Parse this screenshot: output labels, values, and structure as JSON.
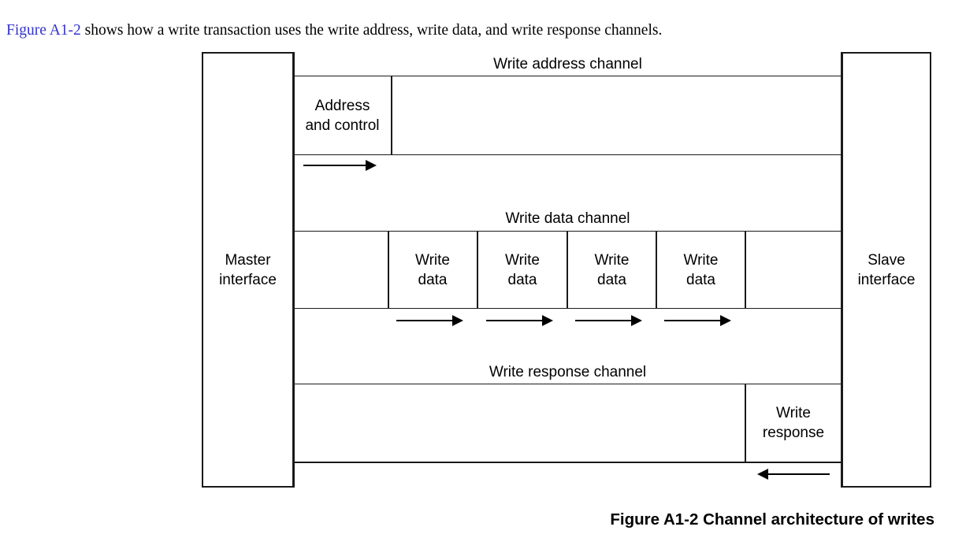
{
  "intro": {
    "link_text": "Figure A1-2",
    "rest_text": " shows how a write transaction uses the write address, write data, and write response channels."
  },
  "figure": {
    "master": {
      "line1": "Master",
      "line2": "interface"
    },
    "slave": {
      "line1": "Slave",
      "line2": "interface"
    },
    "channels": [
      {
        "id": "write-address-channel",
        "title": "Write address channel",
        "cells": [
          {
            "id": "address-and-control",
            "line1": "Address",
            "line2": "and control"
          }
        ],
        "arrows": [
          {
            "id": "address-arrow",
            "direction": "right"
          }
        ]
      },
      {
        "id": "write-data-channel",
        "title": "Write data channel",
        "cells": [
          {
            "id": "write-data-1",
            "line1": "Write",
            "line2": "data"
          },
          {
            "id": "write-data-2",
            "line1": "Write",
            "line2": "data"
          },
          {
            "id": "write-data-3",
            "line1": "Write",
            "line2": "data"
          },
          {
            "id": "write-data-4",
            "line1": "Write",
            "line2": "data"
          }
        ],
        "arrows": [
          {
            "id": "write-data-arrow-1",
            "direction": "right"
          },
          {
            "id": "write-data-arrow-2",
            "direction": "right"
          },
          {
            "id": "write-data-arrow-3",
            "direction": "right"
          },
          {
            "id": "write-data-arrow-4",
            "direction": "right"
          }
        ]
      },
      {
        "id": "write-response-channel",
        "title": "Write response channel",
        "cells": [
          {
            "id": "write-response",
            "line1": "Write",
            "line2": "response"
          }
        ],
        "arrows": [
          {
            "id": "write-response-arrow",
            "direction": "left"
          }
        ]
      }
    ]
  },
  "caption": {
    "text": "Figure A1-2 Channel architecture of writes"
  },
  "colors": {
    "link": "#3333cc",
    "stroke": "#1a1a1a",
    "text": "#000000",
    "background": "#ffffff"
  }
}
